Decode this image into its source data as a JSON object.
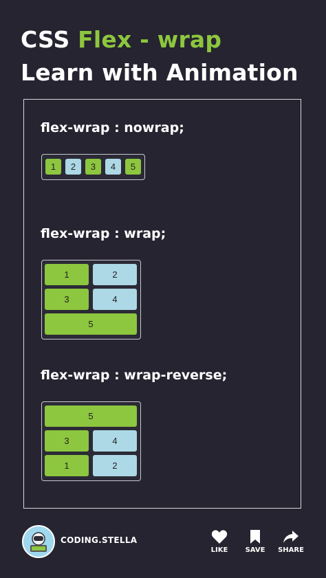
{
  "header": {
    "title_prefix": "CSS ",
    "title_accent": "Flex - wrap",
    "title_line2": "Learn with Animation"
  },
  "examples": [
    {
      "label": "flex-wrap : nowrap;",
      "items": [
        "1",
        "2",
        "3",
        "4",
        "5"
      ]
    },
    {
      "label": "flex-wrap : wrap;",
      "items": [
        "1",
        "2",
        "3",
        "4",
        "5"
      ]
    },
    {
      "label": "flex-wrap : wrap-reverse;",
      "items": [
        "5",
        "3",
        "4",
        "1",
        "2"
      ]
    }
  ],
  "footer": {
    "brand": "CODING.STELLA",
    "like_label": "LIKE",
    "save_label": "SAVE",
    "share_label": "SHARE"
  },
  "colors": {
    "background": "#252430",
    "accent": "#8dc63f",
    "item_green": "#8dc63f",
    "item_blue": "#add8e6"
  },
  "icons": [
    "heart-icon",
    "bookmark-icon",
    "share-arrow-icon",
    "avatar-icon"
  ]
}
